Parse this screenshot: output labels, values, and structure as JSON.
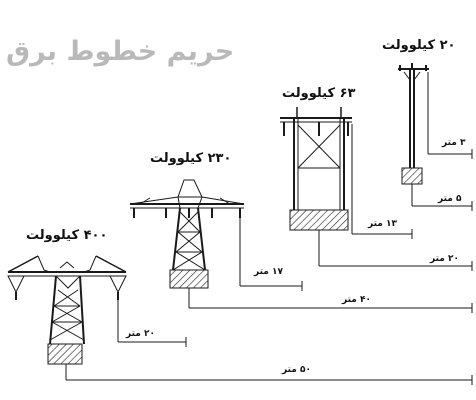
{
  "title": "حریم خطوط برق",
  "towers": [
    {
      "label": "۲۰ کیلوولت"
    },
    {
      "label": "۶۳ کیلوولت"
    },
    {
      "label": "۲۳۰ کیلوولت"
    },
    {
      "label": "۴۰۰ کیلوولت"
    }
  ],
  "dimensions": {
    "d3": "۳ متر",
    "d5": "۵ متر",
    "d13": "۱۳ متر",
    "d20a": "۲۰ متر",
    "d17": "۱۷ متر",
    "d40": "۴۰ متر",
    "d20b": "۲۰ متر",
    "d50": "۵۰ متر"
  },
  "colors": {
    "ink": "#1a1a1a",
    "title": "#b9b9b9"
  }
}
